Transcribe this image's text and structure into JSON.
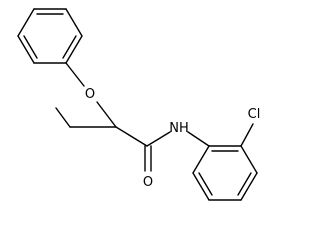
{
  "atoms": {
    "oxygen_ether": "O",
    "nitrogen_amide": "NH",
    "oxygen_carbonyl": "O",
    "chlorine": "Cl"
  },
  "colors": {
    "background": "#ffffff",
    "bonds": "#000000",
    "labels": "#000000"
  }
}
